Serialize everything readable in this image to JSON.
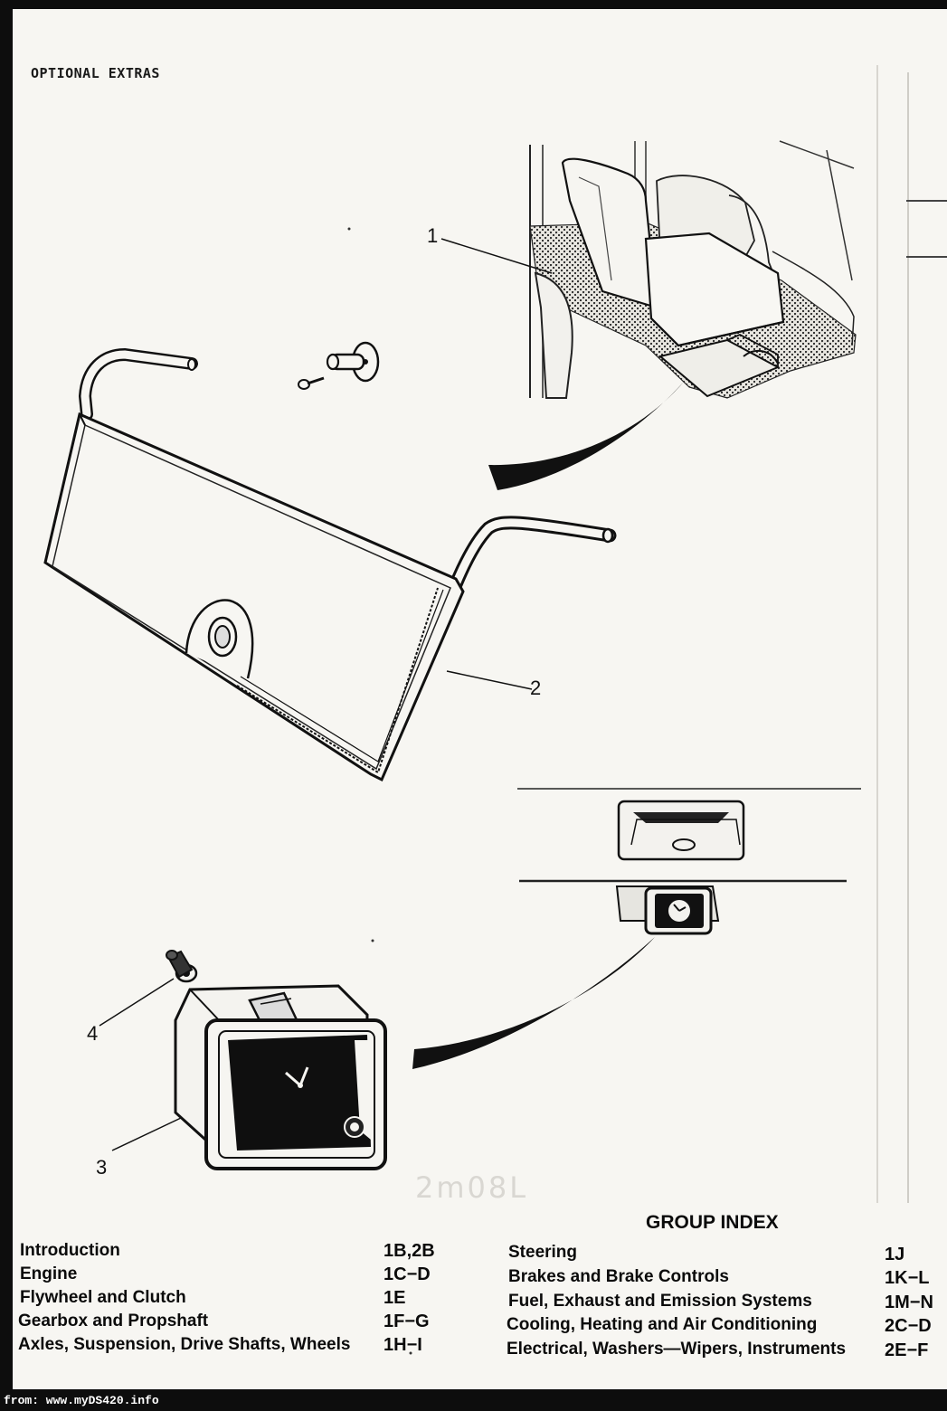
{
  "header": "OPTIONAL EXTRAS",
  "callouts": [
    "1",
    "2",
    "3",
    "4"
  ],
  "pencil_note": "2m08L",
  "group_index": {
    "title": "GROUP INDEX",
    "left": [
      {
        "label": "Introduction",
        "code": "1B,2B"
      },
      {
        "label": "Engine",
        "code": "1C−D"
      },
      {
        "label": "Flywheel and Clutch",
        "code": "1E"
      },
      {
        "label": "Gearbox and Propshaft",
        "code": "1F−G"
      },
      {
        "label": "Axles, Suspension, Drive Shafts, Wheels",
        "code": "1H−I"
      }
    ],
    "right": [
      {
        "label": "Steering",
        "code": "1J"
      },
      {
        "label": "Brakes and Brake Controls",
        "code": "1K−L"
      },
      {
        "label": "Fuel, Exhaust and Emission Systems",
        "code": "1M−N"
      },
      {
        "label": "Cooling, Heating and Air Conditioning",
        "code": "2C−D"
      },
      {
        "label": "Electrical, Washers—Wipers, Instruments",
        "code": "2E−F"
      }
    ]
  },
  "source": "from: www.myDS420.info"
}
